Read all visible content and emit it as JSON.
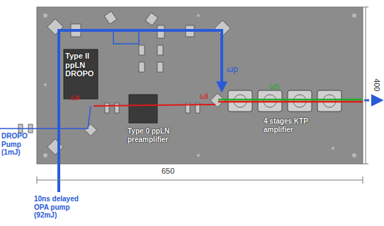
{
  "diagram": {
    "labels": [
      "Type II ppLN DROPO",
      "DROPO Pump (1mJ)",
      "ωi",
      "Type 0 ppLN preamplifier",
      "ωi",
      "ωp",
      "ωs",
      "4 stages KTP amplifier",
      "650",
      "400",
      "10ns delayed OPA pump (92mJ)"
    ]
  }
}
